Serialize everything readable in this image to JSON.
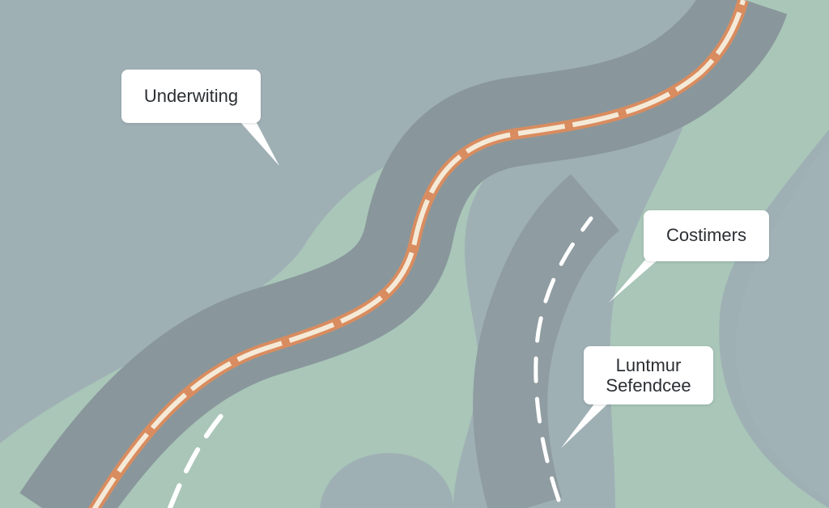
{
  "callouts": {
    "underwriting": "Underwiting",
    "customers": "Costimers",
    "lantern": "Luntmur\nSefendcee"
  },
  "colors": {
    "background": "#9fb0b5",
    "land": "#a9c6b8",
    "road": "#89979c",
    "road_edge": "#d98c5f",
    "road_dash": "#f5ead8",
    "callout_bg": "#ffffff",
    "text": "#2b2f33"
  }
}
